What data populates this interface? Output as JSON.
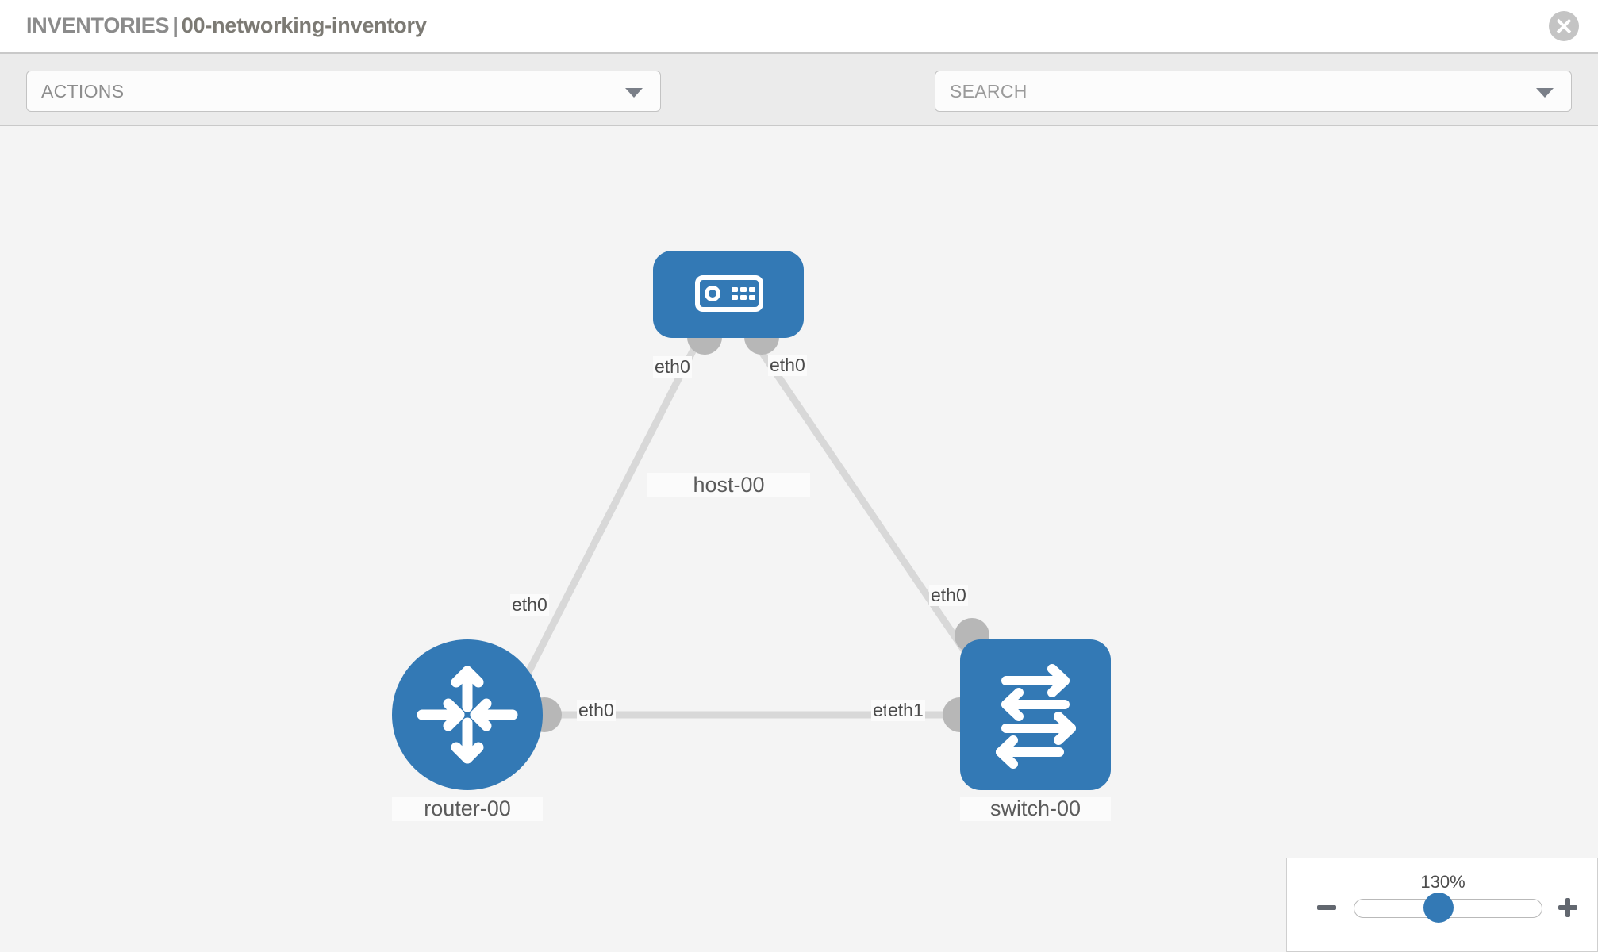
{
  "header": {
    "title_section": "INVENTORIES",
    "title_separator": "|",
    "title_name": "00-networking-inventory",
    "close_icon": "close-circle-icon"
  },
  "toolbar": {
    "actions_label": "ACTIONS",
    "actions_caret_icon": "chevron-down-icon",
    "wrench_icon": "wrench-icon",
    "key_icon": "key-icon",
    "search_placeholder": "SEARCH",
    "search_value": "",
    "search_caret_icon": "chevron-down-icon"
  },
  "colors": {
    "node_blue": "#3379b5",
    "link_grey": "#d8d8d8",
    "stub_grey": "#b7b7b7",
    "canvas_bg": "#f4f4f4",
    "toolbar_bg": "#ebebeb"
  },
  "topology": {
    "nodes": [
      {
        "id": "host-00",
        "label": "host-00",
        "type": "host",
        "icon": "server-appliance-icon",
        "shape": "rounded-rect"
      },
      {
        "id": "router-00",
        "label": "router-00",
        "type": "router",
        "icon": "router-arrows-icon",
        "shape": "circle"
      },
      {
        "id": "switch-00",
        "label": "switch-00",
        "type": "switch",
        "icon": "switch-arrows-icon",
        "shape": "rounded-square"
      }
    ],
    "links": [
      {
        "from": "host-00",
        "from_iface": "eth0",
        "to": "router-00",
        "to_iface": "eth0"
      },
      {
        "from": "host-00",
        "from_iface": "eth0",
        "to": "switch-00",
        "to_iface": "eth0"
      },
      {
        "from": "router-00",
        "from_iface": "eth0",
        "to": "switch-00",
        "to_iface": "eth1"
      }
    ],
    "interface_labels": {
      "host_left": "eth0",
      "host_right": "eth0",
      "router_upper": "eth0",
      "switch_upper": "eth0",
      "router_right": "eth0",
      "switch_left_hidden": "eth",
      "switch_left": "eth1"
    }
  },
  "zoom_control": {
    "value_label": "130%",
    "minus_icon": "minus-icon",
    "plus_icon": "plus-icon",
    "slider_name": "zoom-slider"
  }
}
